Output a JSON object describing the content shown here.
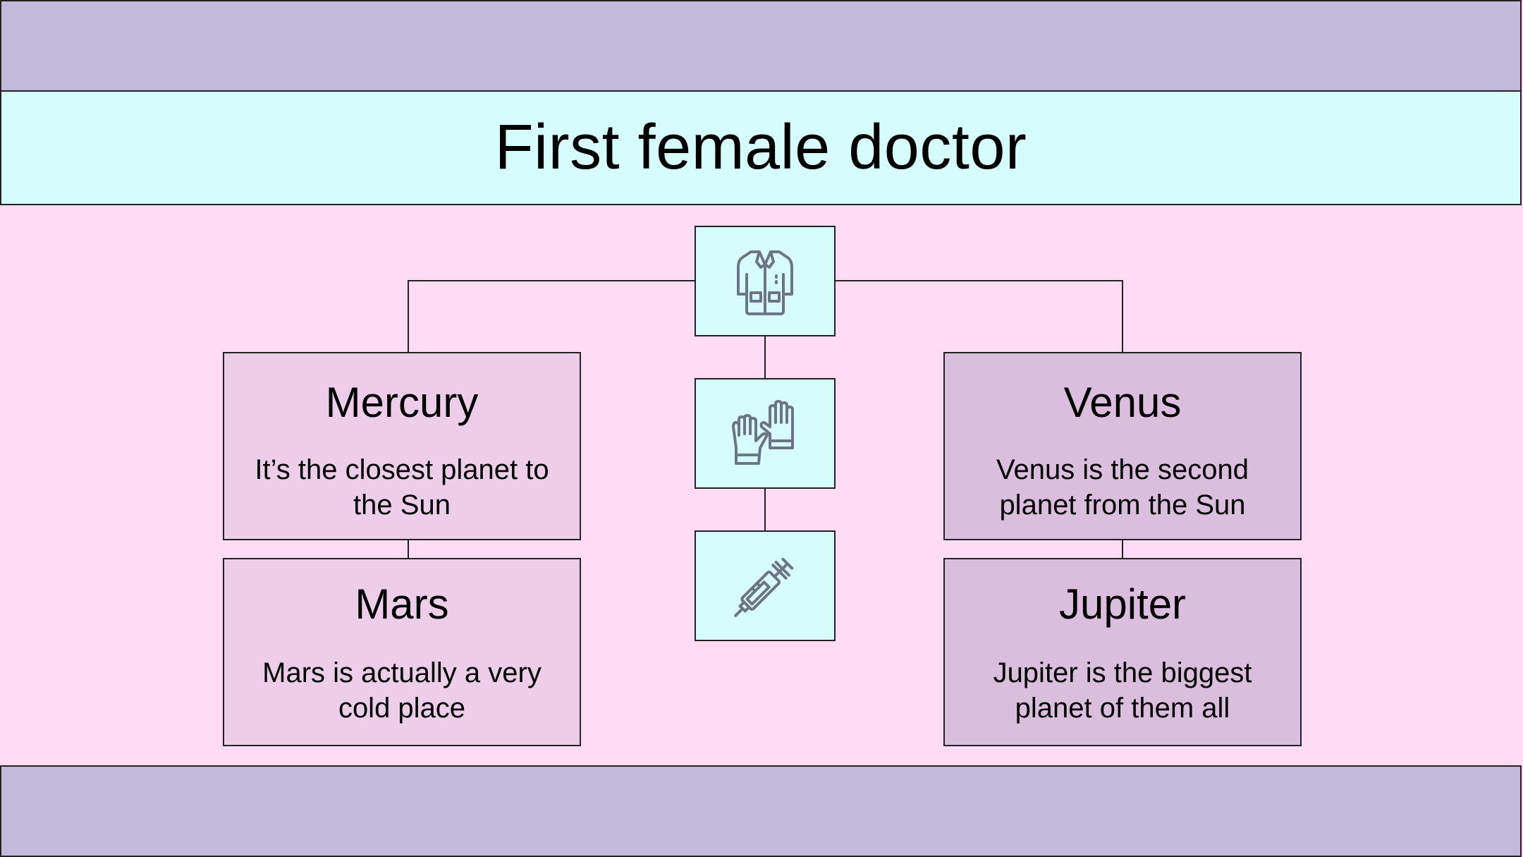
{
  "title": "First female doctor",
  "colors": {
    "background": "#ffdcf4",
    "band": "#c1badb",
    "title_bar": "#d6fdfb",
    "icon_box": "#d6fdfb",
    "card_left": "#eecde8",
    "card_right": "#dbbede",
    "icon_stroke": "#6c7585",
    "line": "#222222"
  },
  "icons": [
    "lab-coat-icon",
    "gloves-icon",
    "syringe-icon"
  ],
  "cards": {
    "mercury": {
      "heading": "Mercury",
      "body": "It’s the closest planet to the Sun"
    },
    "mars": {
      "heading": "Mars",
      "body": "Mars is actually a very cold place"
    },
    "venus": {
      "heading": "Venus",
      "body": "Venus is the second planet from the Sun"
    },
    "jupiter": {
      "heading": "Jupiter",
      "body": "Jupiter is the biggest planet of them all"
    }
  }
}
